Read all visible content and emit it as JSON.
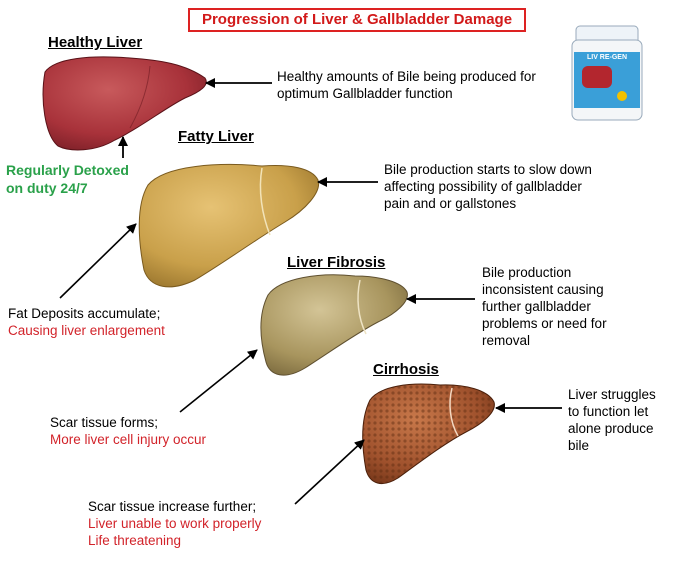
{
  "title": "Progression of Liver & Gallbladder Damage",
  "product": {
    "label": "LIV RE-GEN"
  },
  "stages": [
    {
      "name": "Healthy Liver",
      "note": [
        "Healthy amounts of Bile being produced for",
        "optimum Gallbladder function"
      ],
      "color": "#a8323a"
    },
    {
      "name": "Fatty Liver",
      "note": [
        "Bile production starts to slow down",
        "affecting possibility of gallbladder",
        "pain and or gallstones"
      ],
      "color": "#c9a04a"
    },
    {
      "name": "Liver Fibrosis",
      "note": [
        "Bile production",
        "inconsistent causing",
        "further gallbladder",
        "problems or need for",
        "removal"
      ],
      "color": "#a8955e"
    },
    {
      "name": "Cirrhosis",
      "note": [
        "Liver struggles",
        "to function let",
        "alone produce",
        "bile"
      ],
      "color": "#a0522d"
    }
  ],
  "detox": [
    "Regularly Detoxed",
    "on duty 24/7"
  ],
  "causes": [
    {
      "line1": "Fat Deposits accumulate;",
      "line2": "Causing liver enlargement"
    },
    {
      "line1": "Scar tissue forms;",
      "line2": "More liver cell injury occur"
    },
    {
      "line1": "Scar tissue increase further;",
      "line2": "Liver unable to work properly",
      "line3": "Life threatening"
    }
  ]
}
